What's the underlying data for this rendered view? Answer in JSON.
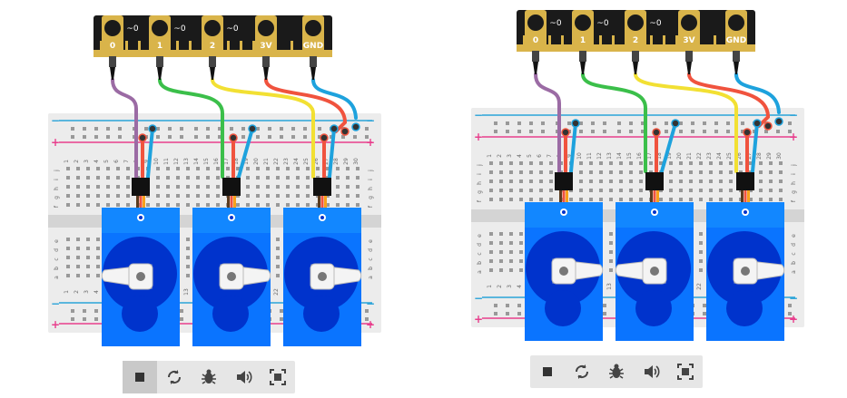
{
  "simulators": [
    {
      "id": "left",
      "edge_pins": [
        "0",
        "1",
        "2",
        "3V",
        "GND"
      ],
      "analog_marks": [
        "~0",
        "~0",
        "~0"
      ],
      "toolbar": {
        "active_button": "stop"
      }
    },
    {
      "id": "right",
      "edge_pins": [
        "0",
        "1",
        "2",
        "3V",
        "GND"
      ],
      "analog_marks": [
        "~0",
        "~0",
        "~0"
      ],
      "toolbar": {
        "active_button": "none"
      }
    }
  ],
  "breadboard": {
    "column_numbers": [
      "1",
      "2",
      "3",
      "4",
      "5",
      "6",
      "7",
      "8",
      "9",
      "10",
      "11",
      "12",
      "13",
      "14",
      "15",
      "16",
      "17",
      "18",
      "19",
      "20",
      "21",
      "22",
      "23",
      "24",
      "25",
      "26",
      "27",
      "28",
      "29",
      "30"
    ],
    "row_letters_top": [
      "j",
      "i",
      "h",
      "g",
      "f"
    ],
    "row_letters_bottom": [
      "e",
      "d",
      "c",
      "b",
      "a"
    ],
    "rail_minus": "−",
    "rail_plus": "+"
  },
  "toolbar_buttons": [
    "stop-icon",
    "restart-icon",
    "debug-icon",
    "volume-icon",
    "fullscreen-icon"
  ],
  "colors": {
    "edge": "#1a1a1a",
    "gold": "#d9b44a",
    "wire_purple": "#9b6ba4",
    "wire_green": "#3bbf4a",
    "wire_yellow": "#f2e033",
    "wire_red": "#f0533e",
    "wire_blue": "#1ea2dd",
    "servo_blue": "#0a74ff",
    "servo_dark": "#0033cc",
    "breadboard": "#ececec",
    "rail_red": "#e83e8c",
    "rail_blue": "#2aa3d8"
  }
}
